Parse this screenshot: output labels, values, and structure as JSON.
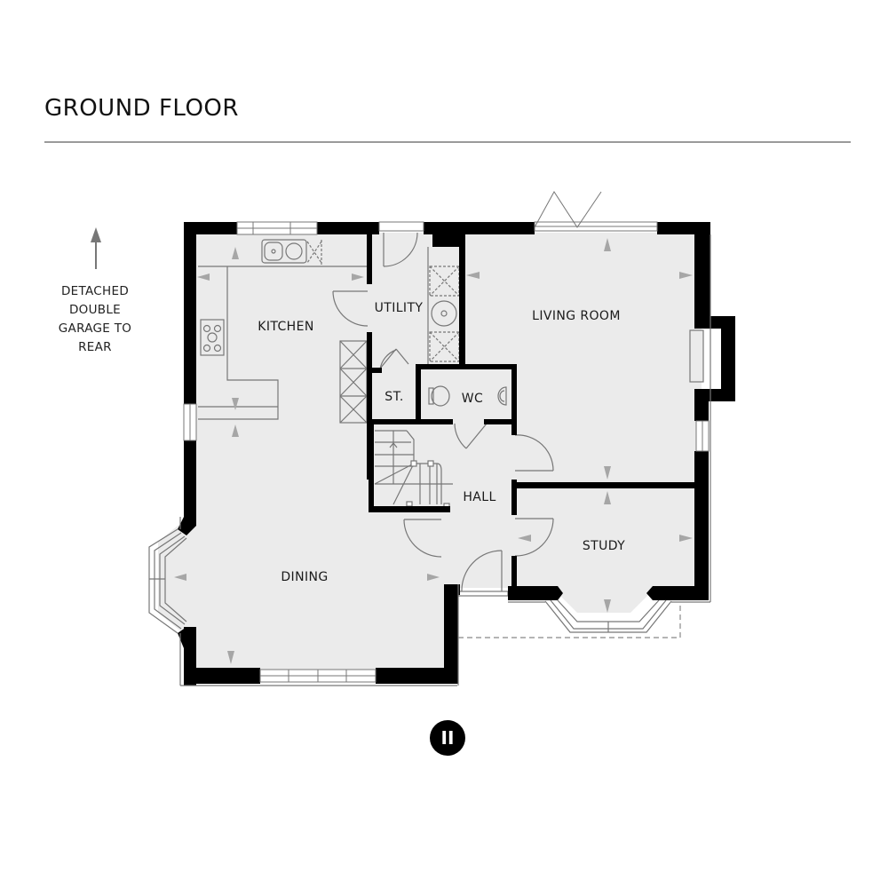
{
  "header": {
    "title": "GROUND FLOOR"
  },
  "note": {
    "lines": [
      "DETACHED",
      "DOUBLE",
      "GARAGE TO",
      "REAR"
    ],
    "arrow_icon": "arrow-up-icon"
  },
  "rooms": {
    "kitchen": "KITCHEN",
    "utility": "UTILITY",
    "store": "ST.",
    "wc": "WC",
    "living_room": "LIVING ROOM",
    "hall": "HALL",
    "study": "STUDY",
    "dining": "DINING"
  },
  "badge": {
    "label": "II"
  },
  "colors": {
    "wall": "#000000",
    "floor": "#ebebeb",
    "line": "#777777",
    "rule": "#9a9a9a",
    "dimension_marker": "#a6a6a6"
  }
}
